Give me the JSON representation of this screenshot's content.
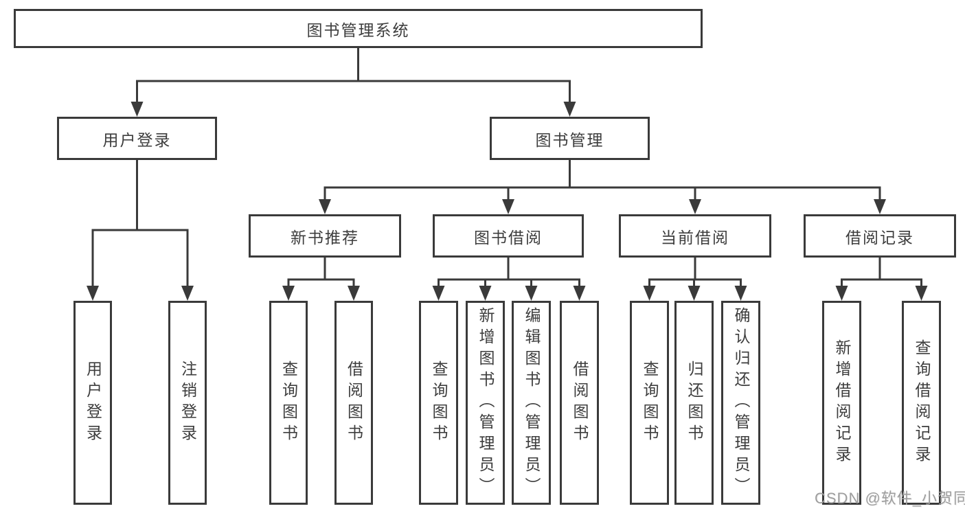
{
  "diagram": {
    "root": {
      "label": "图书管理系统"
    },
    "branches": [
      {
        "label": "用户登录",
        "children": [
          {
            "label": "用户登录"
          },
          {
            "label": "注销登录"
          }
        ]
      },
      {
        "label": "图书管理",
        "children": [
          {
            "label": "新书推荐",
            "children": [
              {
                "label": "查询图书"
              },
              {
                "label": "借阅图书"
              }
            ]
          },
          {
            "label": "图书借阅",
            "children": [
              {
                "label": "查询图书"
              },
              {
                "label": "新增图书（管理员）"
              },
              {
                "label": "编辑图书（管理员）"
              },
              {
                "label": "借阅图书"
              }
            ]
          },
          {
            "label": "当前借阅",
            "children": [
              {
                "label": "查询图书"
              },
              {
                "label": "归还图书"
              },
              {
                "label": "确认归还（管理员）"
              }
            ]
          },
          {
            "label": "借阅记录",
            "children": [
              {
                "label": "新增借阅记录"
              },
              {
                "label": "查询借阅记录"
              }
            ]
          }
        ]
      }
    ]
  },
  "watermark": {
    "text": "CSDN @软件_小贺同学"
  },
  "colors": {
    "line": "#3a3a3a",
    "box_border": "#3a3a3a",
    "text": "#3d3d3d",
    "watermark": "#9e9e9e",
    "background": "#ffffff"
  }
}
